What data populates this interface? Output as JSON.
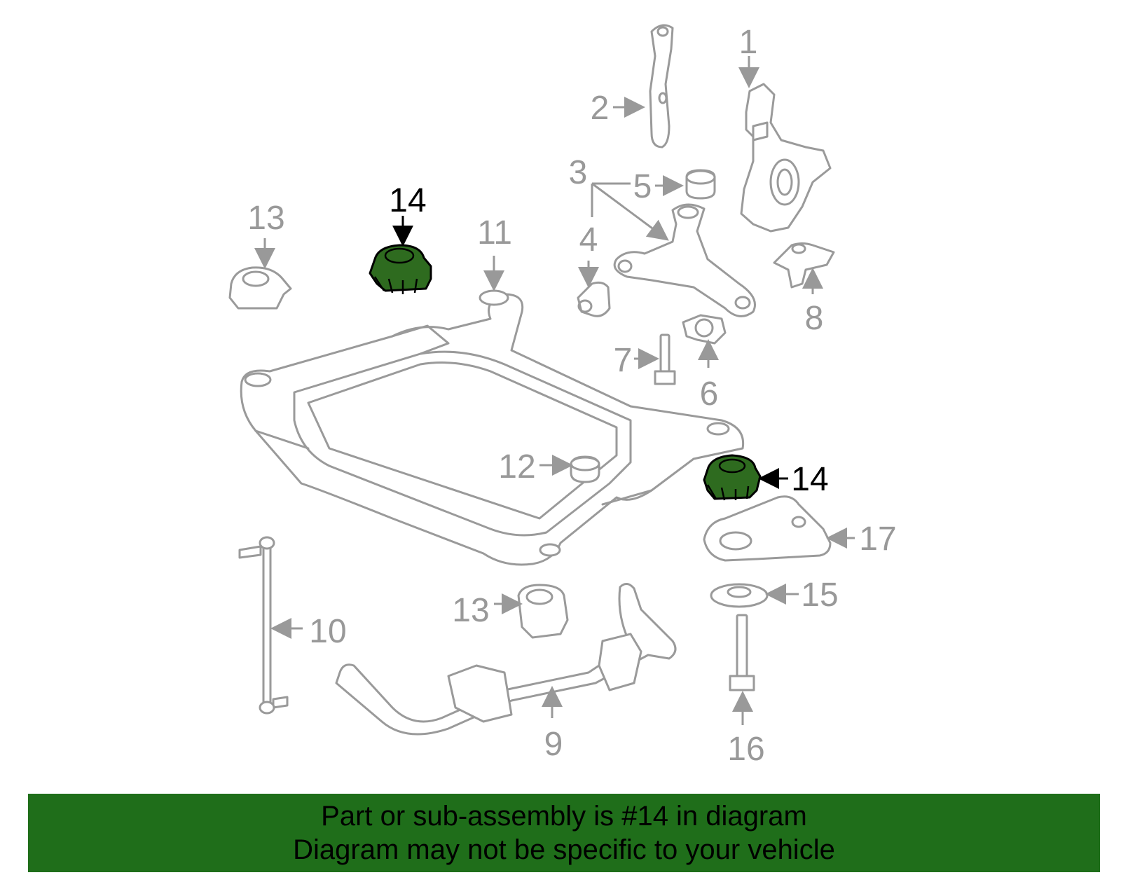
{
  "callouts": {
    "c1": "1",
    "c2": "2",
    "c3": "3",
    "c4": "4",
    "c5": "5",
    "c6": "6",
    "c7": "7",
    "c8": "8",
    "c9": "9",
    "c10": "10",
    "c11": "11",
    "c12": "12",
    "c13a": "13",
    "c13b": "13",
    "c14a": "14",
    "c14b": "14",
    "c15": "15",
    "c16": "16",
    "c17": "17"
  },
  "banner": {
    "line1": "Part or sub-assembly is #14 in diagram",
    "line2": "Diagram may not be specific to your vehicle"
  },
  "colors": {
    "highlight_fill": "#2e6b1f",
    "banner_bg": "#1f6e1a",
    "part_stroke": "#9a9a9a"
  }
}
